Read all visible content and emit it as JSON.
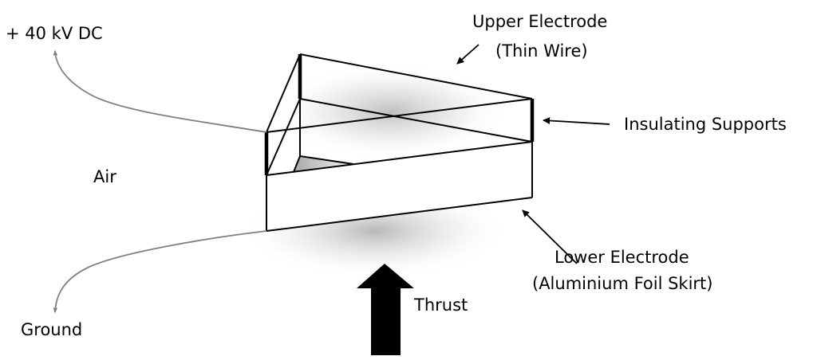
{
  "diagram": {
    "title": "Ionocraft (lifter) schematic",
    "labels": {
      "voltage": "+ 40 kV DC",
      "ground": "Ground",
      "air": "Air",
      "upper_electrode_line1": "Upper Electrode",
      "upper_electrode_line2": "(Thin Wire)",
      "insulating_supports": "Insulating Supports",
      "lower_electrode_line1": "Lower Electrode",
      "lower_electrode_line2": "(Aluminium Foil Skirt)",
      "thrust": "Thrust"
    },
    "colors": {
      "lines": "#000000",
      "wires": "#808080",
      "background": "#ffffff",
      "shading": "#bdbdbd"
    }
  }
}
